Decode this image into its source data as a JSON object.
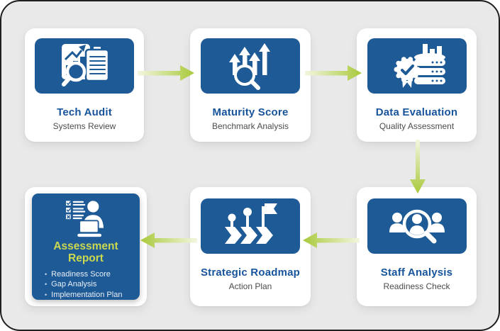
{
  "colors": {
    "background": "#e9e9e9",
    "card_background": "#ffffff",
    "icon_box_blue": "#1d5a96",
    "title_blue": "#17549b",
    "subtitle_gray": "#4c4c4c",
    "arrow_green": "#a9c93a",
    "arrow_fade": "#f2f6e0",
    "report_title_yellow_green": "#ccd94f",
    "report_bullet_text": "#e9eff8"
  },
  "cards": [
    {
      "id": "tech-audit",
      "title": "Tech Audit",
      "subtitle": "Systems Review",
      "icon": "chart-clipboard-magnifier-icon"
    },
    {
      "id": "maturity-score",
      "title": "Maturity Score",
      "subtitle": "Benchmark Analysis",
      "icon": "growth-arrows-magnifier-icon"
    },
    {
      "id": "data-evaluation",
      "title": "Data Evaluation",
      "subtitle": "Quality Assessment",
      "icon": "database-quality-badge-icon"
    },
    {
      "id": "staff-analysis",
      "title": "Staff Analysis",
      "subtitle": "Readiness Check",
      "icon": "team-magnifier-icon"
    },
    {
      "id": "strategic-roadmap",
      "title": "Strategic Roadmap",
      "subtitle": "Action Plan",
      "icon": "milestones-flag-icon"
    },
    {
      "id": "assessment-report",
      "title_line1": "Assessment",
      "title_line2": "Report",
      "bullets": [
        "Readiness Score",
        "Gap Analysis",
        "Implementation Plan"
      ],
      "bullet_marker": "•",
      "icon": "analyst-laptop-checklist-icon"
    }
  ],
  "flow": {
    "arrows": [
      {
        "from": "tech-audit",
        "to": "maturity-score",
        "direction": "right"
      },
      {
        "from": "maturity-score",
        "to": "data-evaluation",
        "direction": "right"
      },
      {
        "from": "data-evaluation",
        "to": "staff-analysis",
        "direction": "down"
      },
      {
        "from": "staff-analysis",
        "to": "strategic-roadmap",
        "direction": "left"
      },
      {
        "from": "strategic-roadmap",
        "to": "assessment-report",
        "direction": "left"
      }
    ]
  }
}
